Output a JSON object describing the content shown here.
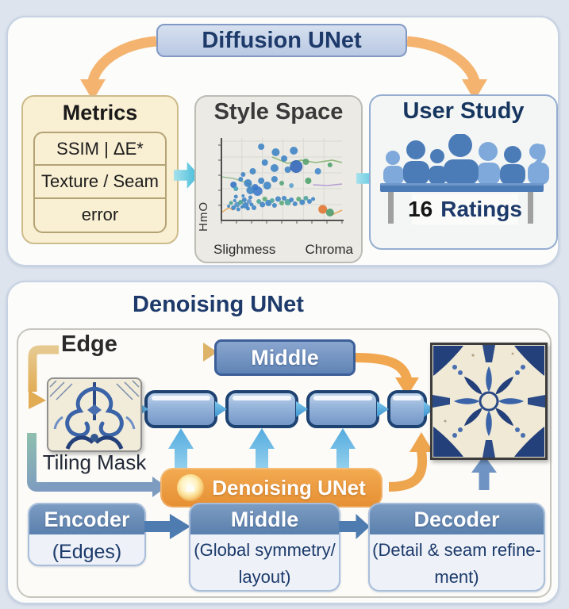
{
  "top_panel": {
    "root_box": {
      "label": "Diffusion UNet"
    },
    "metrics": {
      "title": "Metrics",
      "rows": [
        "SSIM | ΔE*",
        "Texture / Seam",
        "error"
      ]
    },
    "style_space": {
      "title": "Style Space",
      "ylabel": "HmO",
      "xlabel_left": "Slighmess",
      "xlabel_right": "Chroma"
    },
    "user_study": {
      "title": "User Study",
      "ratings_count": "16",
      "ratings_word": "Ratings"
    }
  },
  "bottom_panel": {
    "title": "Denoising UNet",
    "edge_label": "Edge",
    "tiling_mask_label": "Tiling Mask",
    "middle_block_label": "Middle",
    "unet_box_label": "Denoising UNet",
    "stages": [
      {
        "header": "Encoder",
        "body_lines": [
          "(Edges)"
        ]
      },
      {
        "header": "Middle",
        "body_lines": [
          "(Global symmetry/",
          "layout)"
        ]
      },
      {
        "header": "Decoder",
        "body_lines": [
          "(Detail & seam refine-",
          "ment)"
        ]
      }
    ]
  },
  "colors": {
    "accent_orange": "#f0a64e",
    "accent_cyan": "#4fc3de",
    "box_blue": "#6d8ec3",
    "navy_text": "#1d3a6a",
    "cream": "#f9efd2",
    "stage_header_blue": "#5f84b2"
  },
  "chart_data": {
    "type": "scatter",
    "title": "Style Space",
    "xlabel": "Slighmess / Chroma",
    "ylabel": "HmO",
    "x_range": [
      0,
      1
    ],
    "y_range": [
      0,
      1
    ],
    "grid": true,
    "default_color": "#3b82c4",
    "points": [
      [
        0.06,
        0.18,
        2
      ],
      [
        0.08,
        0.22,
        2.5,
        "#46a08f"
      ],
      [
        0.1,
        0.16,
        3
      ],
      [
        0.11,
        0.25,
        2
      ],
      [
        0.13,
        0.2,
        3.5,
        "#4e8fbf"
      ],
      [
        0.14,
        0.14,
        2.5
      ],
      [
        0.16,
        0.23,
        3,
        "#46a08f"
      ],
      [
        0.17,
        0.17,
        2
      ],
      [
        0.19,
        0.26,
        3
      ],
      [
        0.2,
        0.19,
        4
      ],
      [
        0.22,
        0.15,
        2.5
      ],
      [
        0.23,
        0.24,
        3,
        "#5b8fc9"
      ],
      [
        0.25,
        0.2,
        2.5
      ],
      [
        0.27,
        0.16,
        3
      ],
      [
        0.12,
        0.3,
        2.5
      ],
      [
        0.18,
        0.31,
        2
      ],
      [
        0.24,
        0.29,
        2.5
      ],
      [
        0.31,
        0.24,
        3,
        "#4aa39b"
      ],
      [
        0.34,
        0.2,
        3.5
      ],
      [
        0.36,
        0.27,
        3,
        "#57a874"
      ],
      [
        0.39,
        0.22,
        4
      ],
      [
        0.42,
        0.25,
        3,
        "#4aa39b"
      ],
      [
        0.44,
        0.19,
        3
      ],
      [
        0.47,
        0.27,
        3.5
      ],
      [
        0.5,
        0.22,
        3,
        "#57a874"
      ],
      [
        0.52,
        0.28,
        3
      ],
      [
        0.55,
        0.23,
        4,
        "#4aa39b"
      ],
      [
        0.58,
        0.26,
        3
      ],
      [
        0.61,
        0.21,
        3
      ],
      [
        0.64,
        0.27,
        3,
        "#57a874"
      ],
      [
        0.67,
        0.23,
        3.5
      ],
      [
        0.7,
        0.28,
        3,
        "#4aa39b"
      ],
      [
        0.73,
        0.24,
        3
      ],
      [
        0.76,
        0.27,
        2.5
      ],
      [
        0.1,
        0.45,
        4,
        "#2f6fc4"
      ],
      [
        0.16,
        0.52,
        3
      ],
      [
        0.22,
        0.47,
        5
      ],
      [
        0.28,
        0.42,
        4,
        "#3a77c9"
      ],
      [
        0.33,
        0.5,
        4
      ],
      [
        0.38,
        0.44,
        5
      ],
      [
        0.44,
        0.52,
        4
      ],
      [
        0.3,
        0.37,
        6,
        "#3a77c9"
      ],
      [
        0.24,
        0.38,
        5
      ],
      [
        0.5,
        0.47,
        3,
        "#52a376"
      ],
      [
        0.58,
        0.44,
        3,
        "#5aa0c9"
      ],
      [
        0.72,
        0.5,
        4,
        "#4aa06a"
      ],
      [
        0.33,
        0.93,
        4
      ],
      [
        0.45,
        0.86,
        5
      ],
      [
        0.52,
        0.78,
        4
      ],
      [
        0.6,
        0.88,
        5
      ],
      [
        0.36,
        0.73,
        4
      ],
      [
        0.44,
        0.66,
        5
      ],
      [
        0.55,
        0.64,
        4
      ],
      [
        0.62,
        0.68,
        8,
        "#2f63b8"
      ],
      [
        0.7,
        0.74,
        4,
        "#57a06e"
      ],
      [
        0.8,
        0.62,
        4,
        "#3f86c9"
      ],
      [
        0.9,
        0.7,
        3,
        "#4aa06a"
      ],
      [
        0.26,
        0.62,
        4
      ],
      [
        0.18,
        0.58,
        3
      ],
      [
        0.84,
        0.14,
        5.5,
        "#e0742f"
      ],
      [
        0.9,
        0.1,
        5,
        "#4a9a6a"
      ],
      [
        0.12,
        0.4,
        3,
        "#3fa0b8"
      ]
    ],
    "lines": [
      {
        "c": "#7fb069",
        "pts": [
          [
            0.42,
            0.8
          ],
          [
            0.55,
            0.72
          ],
          [
            0.66,
            0.76
          ],
          [
            0.78,
            0.73
          ],
          [
            0.92,
            0.76
          ],
          [
            1,
            0.73
          ]
        ]
      },
      {
        "c": "#8bb88a",
        "pts": [
          [
            0,
            0.55
          ],
          [
            0.1,
            0.53
          ],
          [
            0.2,
            0.48
          ],
          [
            0.3,
            0.41
          ]
        ]
      },
      {
        "c": "#e8a04a",
        "pts": [
          [
            0,
            0.1
          ],
          [
            0.06,
            0.16
          ],
          [
            0.1,
            0.13
          ]
        ]
      },
      {
        "c": "#a98fd0",
        "pts": [
          [
            0.76,
            0.45
          ],
          [
            0.88,
            0.44
          ],
          [
            1,
            0.46
          ]
        ]
      },
      {
        "c": "#e8a04a",
        "pts": [
          [
            0.9,
            0.06
          ],
          [
            1,
            0.13
          ]
        ]
      }
    ]
  }
}
